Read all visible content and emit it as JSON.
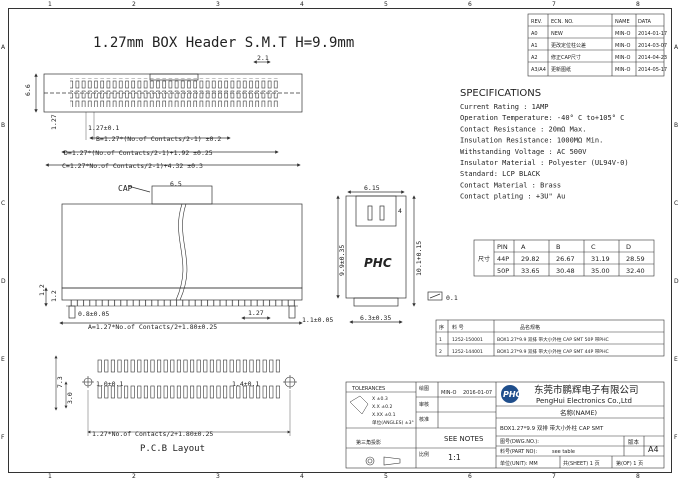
{
  "title": "1.27mm  BOX Header  S.M.T  H=9.9mm",
  "border": {
    "top_zones": [
      "1",
      "2",
      "3",
      "4",
      "5",
      "6",
      "7",
      "8"
    ],
    "side_zones": [
      "A",
      "B",
      "C",
      "D",
      "E",
      "F"
    ]
  },
  "revision_table": {
    "headers": [
      "REV.",
      "ECN. NO.",
      "NAME",
      "DATA"
    ],
    "rows": [
      [
        "A0",
        "NEW",
        "MIN-O",
        "2014-01-17"
      ],
      [
        "A1",
        "更改定位柱公差",
        "MIN-O",
        "2014-03-07"
      ],
      [
        "A2",
        "修正CAP尺寸",
        "MIN-O",
        "2014-04-23"
      ],
      [
        "A3/A4",
        "更新图纸",
        "MIN-O",
        "2014-05-17"
      ]
    ]
  },
  "specs": {
    "heading": "SPECIFICATIONS",
    "lines": [
      "Current Rating        : 1AMP",
      "Operation Temperature: -40° C to+105° C",
      "Contact Resistance    : 20mΩ  Max.",
      "Insulation Resistance: 1000MΩ  Min.",
      "Withstanding Voltage : AC 500V",
      "Insulator Material    : Polyester (UL94V-0)",
      "                     Standard: LCP BLACK",
      "Contact Material      : Brass",
      "Contact plating       : +3U\" Au"
    ]
  },
  "dim_table": {
    "side_label": "尺寸",
    "headers": [
      "PIN",
      "A",
      "B",
      "C",
      "D"
    ],
    "rows": [
      [
        "44P",
        "29.82",
        "26.67",
        "31.19",
        "28.59"
      ],
      [
        "50P",
        "33.65",
        "30.48",
        "35.00",
        "32.40"
      ]
    ]
  },
  "parts_table": {
    "headers": [
      "序",
      "料  号",
      "品名规格"
    ],
    "rows": [
      [
        "1",
        "1252-150001",
        "BOX1.27*9.9 双排 带大小外柱 CAP SMT 50P 带PHC"
      ],
      [
        "2",
        "1252-144001",
        "BOX1.27*9.9 双排 带大小外柱 CAP SMT 44P 带PHC"
      ]
    ]
  },
  "drawing_labels": {
    "top_dims": [
      "6.6",
      "2.1",
      "1.27",
      "1.27±0.1",
      "B=1.27*(No.of Contacts/2-1) ±0.2",
      "D=1.27*(No.of Contacts/2-1)+1.92 ±0.25",
      "C=1.27*No.of Contacts/2-1)+4.32 ±0.3"
    ],
    "front_dims": [
      "CAP",
      "6.5",
      "1.2",
      "1.2",
      "0.8±0.05",
      "1.27",
      "1.1±0.05",
      "A=1.27*No.of Contacts/2+1.80±0.25"
    ],
    "side_dims": [
      "6.15",
      "4",
      "9.9±0.35",
      "10.1+0.15",
      "PHC",
      "6.3±0.35",
      "0.1"
    ],
    "pcb_dims": [
      "7.3",
      "3.0",
      "1.0±0.1",
      "1.4±0.1",
      "1.27*No.of Contacts/2+1.80±0.25"
    ],
    "pcb_title": "P.C.B   Layout"
  },
  "title_block": {
    "company_cn": "东莞市鹏辉电子有限公司",
    "company_en": "PengHui Electronics Co.,Ltd",
    "logo_text": "PHC",
    "tolerance_title": "TOLERANCES",
    "tolerance_rows": [
      "X ±0.3",
      "X.X ±0.2",
      "X.XX ±0.1",
      "单位(ANGLES) ±3°"
    ],
    "draw_label": "绘图",
    "draw_name": "MIN-O",
    "draw_date": "2016-01-07",
    "check_label": "审核",
    "approve_label": "核准",
    "projection_label": "第三角投影",
    "see_notes": "SEE NOTES",
    "scale_label": "比例",
    "scale": "1:1",
    "name_label": "名称(NAME)",
    "name_value": "BOX1.27*9.9 双排 带大小外柱 CAP SMT",
    "dwg_label": "图号(DWG.NO.):",
    "part_label": "料号(PART NO):",
    "part_value": "see table",
    "unit_label": "单位(UNIT): MM",
    "sheet_label": "共(SHEET) 1 页",
    "of_label": "第(OF) 1 页",
    "rev_label": "版本",
    "rev_value": "A4"
  }
}
